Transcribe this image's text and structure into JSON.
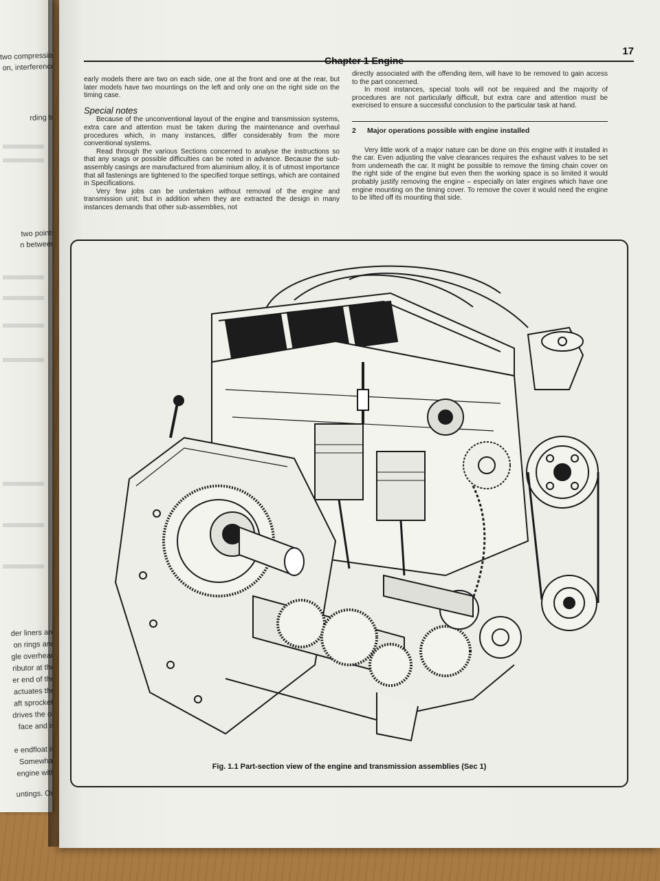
{
  "left_page": {
    "fragments": [
      "two compression",
      "on, interference",
      "rding to",
      "two points",
      "n between",
      "der liners are",
      "on rings and",
      "gle overhead",
      "ributor at the",
      "er end of the",
      "actuates the",
      "aft sprocket.",
      "drives the oil",
      "face and is",
      "e endfloat is",
      "Somewhat",
      "engine with",
      "untings. On"
    ]
  },
  "header": {
    "chapter": "Chapter 1  Engine",
    "page_number": "17"
  },
  "col_left": {
    "intro": "early models there are two on each side, one at the front and one at the rear, but later models have two mountings on the left and only one on the right side on the timing case.",
    "subheading": "Special notes",
    "paragraphs": [
      "Because of the unconventional layout of the engine and transmission systems, extra care and attention must be taken during the maintenance and overhaul procedures which, in many instances, differ considerably from the more conventional systems.",
      "Read through the various Sections concerned to analyse the instructions so that any snags or possible difficulties can be noted in advance. Because the sub-assembly casings are manufactured from aluminium alloy, it is of utmost importance that all fastenings are tightened to the specified torque settings, which are contained in Specifications.",
      "Very few jobs can be undertaken without removal of the engine and transmission unit; but in addition when they are extracted the design in many instances demands that other sub-assemblies, not"
    ]
  },
  "col_right": {
    "intro": "directly associated with the offending item, will have to be removed to gain access to the part concerned.",
    "paragraph": "In most instances, special tools will not be required and the majority of procedures are not particularly difficult, but extra care and attention must be exercised to ensure a successful conclusion to the particular task at hand.",
    "section_number": "2",
    "section_title": "Major operations possible with engine installed",
    "section_paragraph": "Very little work of a major nature can be done on this engine with it installed in the car. Even adjusting the valve clearances requires the exhaust valves to be set from underneath the car. It might be possible to remove the timing chain cover on the right side of the engine but even then the working space is so limited it would probably justify removing the engine – especially on later engines which have one engine mounting on the timing cover. To remove the cover it would need the engine to be lifted off its mounting that side."
  },
  "figure": {
    "caption": "Fig. 1.1 Part-section view of the engine and transmission assemblies (Sec 1)"
  }
}
